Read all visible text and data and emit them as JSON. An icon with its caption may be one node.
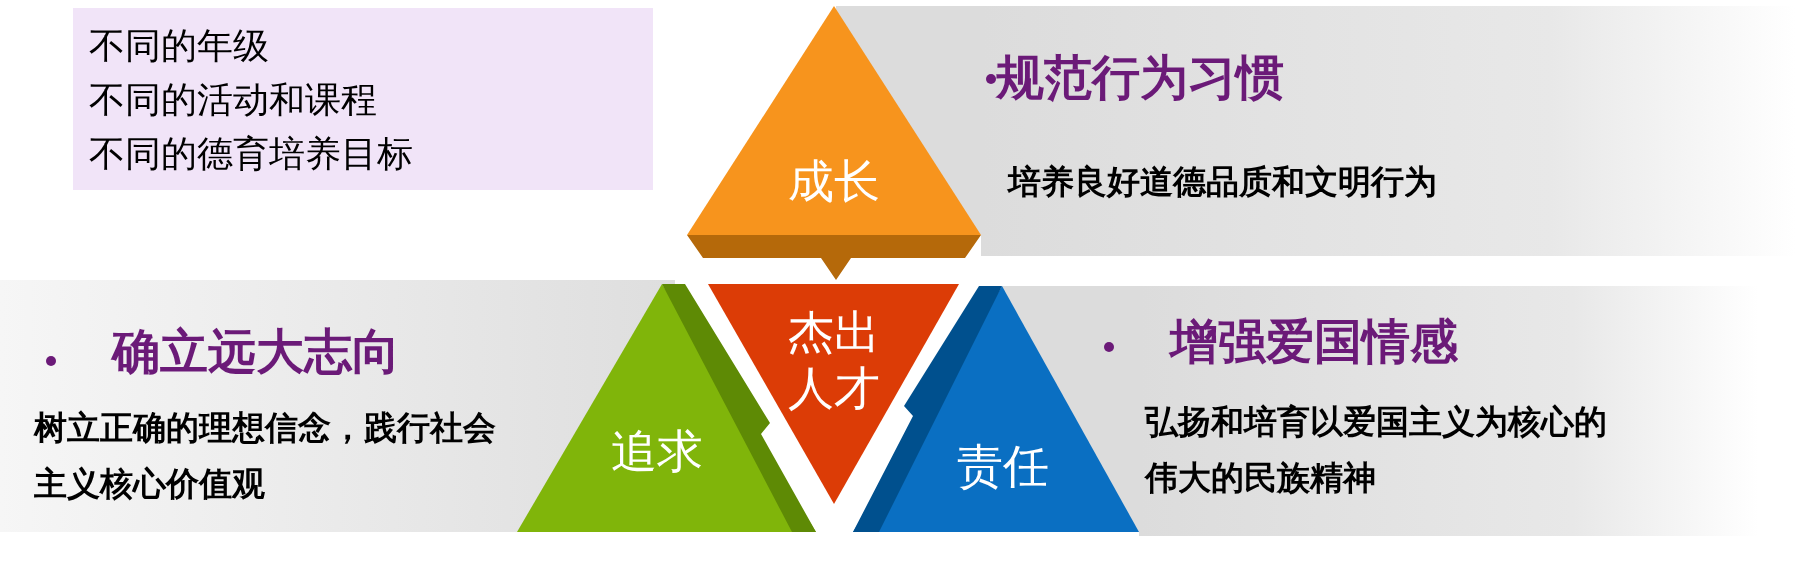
{
  "diagram": {
    "nodes": [
      {
        "text": [
          "不同的年级",
          "不同的活动和课程",
          "不同的德育培养目标"
        ]
      },
      {
        "text": [
          "规范行为习惯",
          "培养良好道德品质和文明行为"
        ]
      },
      {
        "text": [
          "成长"
        ]
      },
      {
        "text": [
          "杰出人才"
        ]
      },
      {
        "text": [
          "追求"
        ]
      },
      {
        "text": [
          "责任"
        ]
      },
      {
        "text": [
          "确立远大志向",
          "树立正确的理想信念，践行社会主义核心价值观"
        ]
      },
      {
        "text": [
          "增强爱国情感",
          "弘扬和培育以爱国主义为核心的伟大的民族精神"
        ]
      }
    ],
    "edges": []
  }
}
